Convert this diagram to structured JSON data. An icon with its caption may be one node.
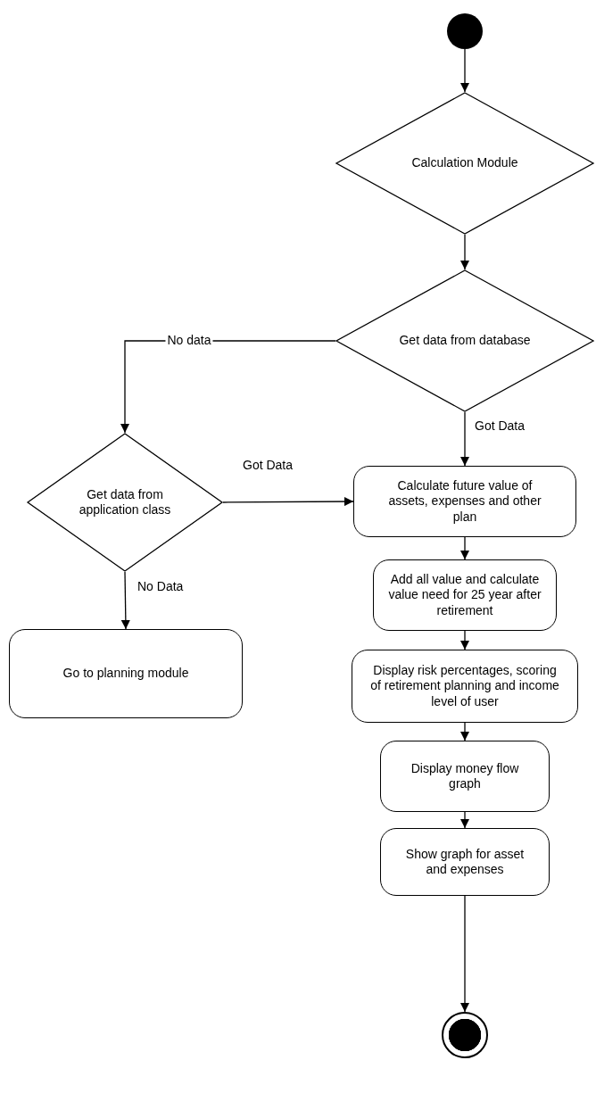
{
  "diagram": {
    "nodes": [
      {
        "text": [],
        "shape": "circle"
      },
      {
        "text": [
          "Calculation Module"
        ]
      },
      {
        "text": [
          "Get data from database"
        ]
      },
      {
        "text": [
          "Get data from application class"
        ]
      },
      {
        "text": [
          "Calculate future value of assets, expenses and other plan"
        ]
      },
      {
        "text": [
          "Go to planning module"
        ]
      },
      {
        "text": [
          "Add all value and calculate value need for 25 year after retirement"
        ]
      },
      {
        "text": [
          "Display risk percentages, scoring of retirement planning and income level of user"
        ]
      },
      {
        "text": [
          "Display money flow graph"
        ]
      },
      {
        "text": [
          "Show graph for asset and expenses"
        ]
      },
      {
        "text": [],
        "shape": "circle"
      }
    ],
    "edges": [
      {
        "from": 0,
        "to": 1,
        "arrow": "to"
      },
      {
        "from": 1,
        "to": 2,
        "arrow": "to"
      },
      {
        "from": 2,
        "to": 3,
        "arrow": "to",
        "label": "No data"
      },
      {
        "from": 2,
        "to": 4,
        "arrow": "to",
        "label": "Got Data"
      },
      {
        "from": 3,
        "to": 4,
        "arrow": "to",
        "label": "Got Data"
      },
      {
        "from": 3,
        "to": 5,
        "arrow": "to",
        "label": "No Data"
      },
      {
        "from": 4,
        "to": 6,
        "arrow": "to"
      },
      {
        "from": 6,
        "to": 7,
        "arrow": "to"
      },
      {
        "from": 7,
        "to": 8,
        "arrow": "to"
      },
      {
        "from": 8,
        "to": 9,
        "arrow": "to"
      },
      {
        "from": 9,
        "to": 10,
        "arrow": "to"
      }
    ]
  }
}
